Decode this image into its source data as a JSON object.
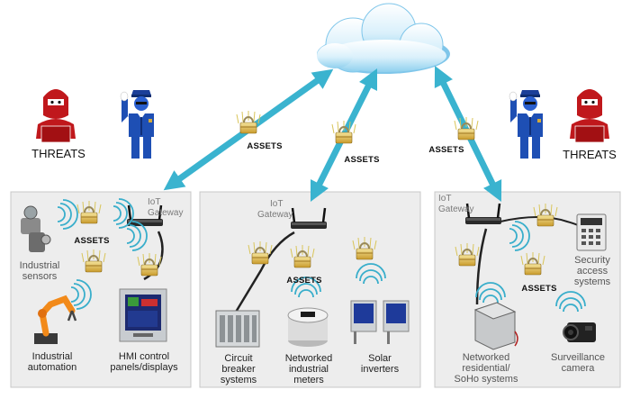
{
  "threats": {
    "left": "THREATS",
    "right": "THREATS"
  },
  "assets": [
    "ASSETS",
    "ASSETS",
    "ASSETS",
    "ASSETS",
    "ASSETS",
    "ASSETS"
  ],
  "panels": {
    "left": {
      "gateway": [
        "IoT",
        "Gateway"
      ],
      "devices": {
        "sensors": [
          "Industrial",
          "sensors"
        ],
        "automation": [
          "Industrial",
          "automation"
        ],
        "hmi": [
          "HMI control",
          "panels/displays"
        ]
      }
    },
    "middle": {
      "gateway": [
        "IoT",
        "Gateway"
      ],
      "devices": {
        "breaker": [
          "Circuit",
          "breaker",
          "systems"
        ],
        "meters": [
          "Networked",
          "industrial",
          "meters"
        ],
        "solar": [
          "Solar",
          "inverters"
        ]
      }
    },
    "right": {
      "gateway": [
        "IoT",
        "Gateway"
      ],
      "devices": {
        "security": [
          "Security",
          "access",
          "systems"
        ],
        "residential": [
          "Networked",
          "residential/",
          "SoHo systems"
        ],
        "camera": [
          "Surveillance",
          "camera"
        ]
      }
    }
  },
  "colors": {
    "arrow": "#3ab3cf",
    "threat": "#c0181c",
    "police": "#1e4fb4",
    "cloud": "#9fd8f2",
    "panel": "#ededed"
  }
}
